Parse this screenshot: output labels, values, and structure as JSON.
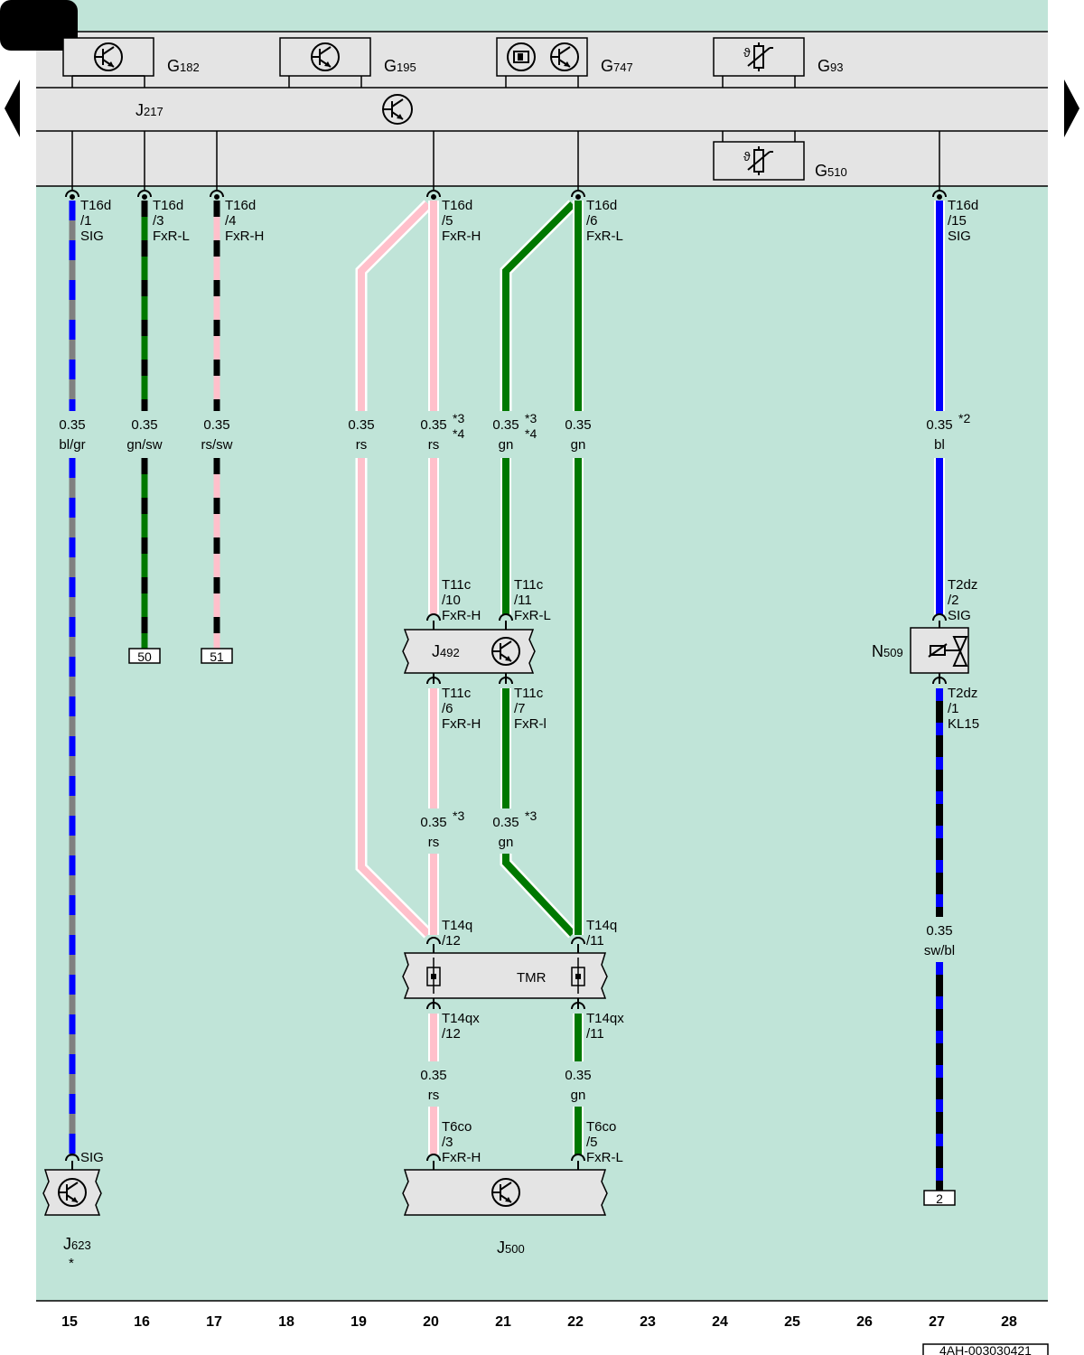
{
  "components": {
    "G182": {
      "name": "G",
      "sub": "182"
    },
    "G195": {
      "name": "G",
      "sub": "195"
    },
    "G747": {
      "name": "G",
      "sub": "747"
    },
    "G93": {
      "name": "G",
      "sub": "93"
    },
    "J217": {
      "name": "J",
      "sub": "217"
    },
    "G510": {
      "name": "G",
      "sub": "510"
    },
    "J492": {
      "name": "J",
      "sub": "492"
    },
    "N509": {
      "name": "N",
      "sub": "509"
    },
    "TMR": {
      "name": "TMR"
    },
    "J623": {
      "name": "J",
      "sub": "623",
      "note": "*"
    },
    "J500": {
      "name": "J",
      "sub": "500"
    }
  },
  "connectors": {
    "c15_top": [
      "T16d",
      "/1",
      "SIG"
    ],
    "c16_top": [
      "T16d",
      "/3",
      "FxR-L"
    ],
    "c17_top": [
      "T16d",
      "/4",
      "FxR-H"
    ],
    "c20_top": [
      "T16d",
      "/5",
      "FxR-H"
    ],
    "c22_top": [
      "T16d",
      "/6",
      "FxR-L"
    ],
    "c27_top": [
      "T16d",
      "/15",
      "SIG"
    ],
    "j492_in_h": [
      "T11c",
      "/10",
      "FxR-H"
    ],
    "j492_in_l": [
      "T11c",
      "/11",
      "FxR-L"
    ],
    "j492_out_h": [
      "T11c",
      "/6",
      "FxR-H"
    ],
    "j492_out_l": [
      "T11c",
      "/7",
      "FxR-l"
    ],
    "n509_in": [
      "T2dz",
      "/2",
      "SIG"
    ],
    "n509_out": [
      "T2dz",
      "/1",
      "KL15"
    ],
    "tmr_in_h": [
      "T14q",
      "/12"
    ],
    "tmr_in_l": [
      "T14q",
      "/11"
    ],
    "tmr_out_h": [
      "T14qx",
      "/12"
    ],
    "tmr_out_l": [
      "T14qx",
      "/11"
    ],
    "j500_h": [
      "T6co",
      "/3",
      "FxR-H"
    ],
    "j500_l": [
      "T6co",
      "/5",
      "FxR-L"
    ],
    "j623": [
      "SIG"
    ]
  },
  "wires": {
    "w15": {
      "size": "0.35",
      "color": "bl/gr"
    },
    "w16": {
      "size": "0.35",
      "color": "gn/sw"
    },
    "w17": {
      "size": "0.35",
      "color": "rs/sw"
    },
    "w19": {
      "size": "0.35",
      "color": "rs"
    },
    "w20a": {
      "size": "0.35",
      "color": "rs",
      "note1": "*3",
      "note2": "*4"
    },
    "w21a": {
      "size": "0.35",
      "color": "gn",
      "note1": "*3",
      "note2": "*4"
    },
    "w22a": {
      "size": "0.35",
      "color": "gn"
    },
    "w27a": {
      "size": "0.35",
      "color": "bl",
      "note1": "*2"
    },
    "w20b": {
      "size": "0.35",
      "color": "rs",
      "note1": "*3"
    },
    "w21b": {
      "size": "0.35",
      "color": "gn",
      "note1": "*3"
    },
    "w27b": {
      "size": "0.35",
      "color": "sw/bl"
    },
    "w20c": {
      "size": "0.35",
      "color": "rs"
    },
    "w22c": {
      "size": "0.35",
      "color": "gn"
    }
  },
  "references": {
    "r16": "50",
    "r17": "51",
    "r27": "2"
  },
  "columns": [
    "15",
    "16",
    "17",
    "18",
    "19",
    "20",
    "21",
    "22",
    "23",
    "24",
    "25",
    "26",
    "27",
    "28"
  ],
  "doc_id": "4AH-003030421",
  "colors": {
    "background": "#c0e4d8",
    "band": "#e4e4e4",
    "blue": "#0000ff",
    "gray": "#808080",
    "green": "#007800",
    "black": "#000000",
    "pink": "#ffc0cb"
  }
}
